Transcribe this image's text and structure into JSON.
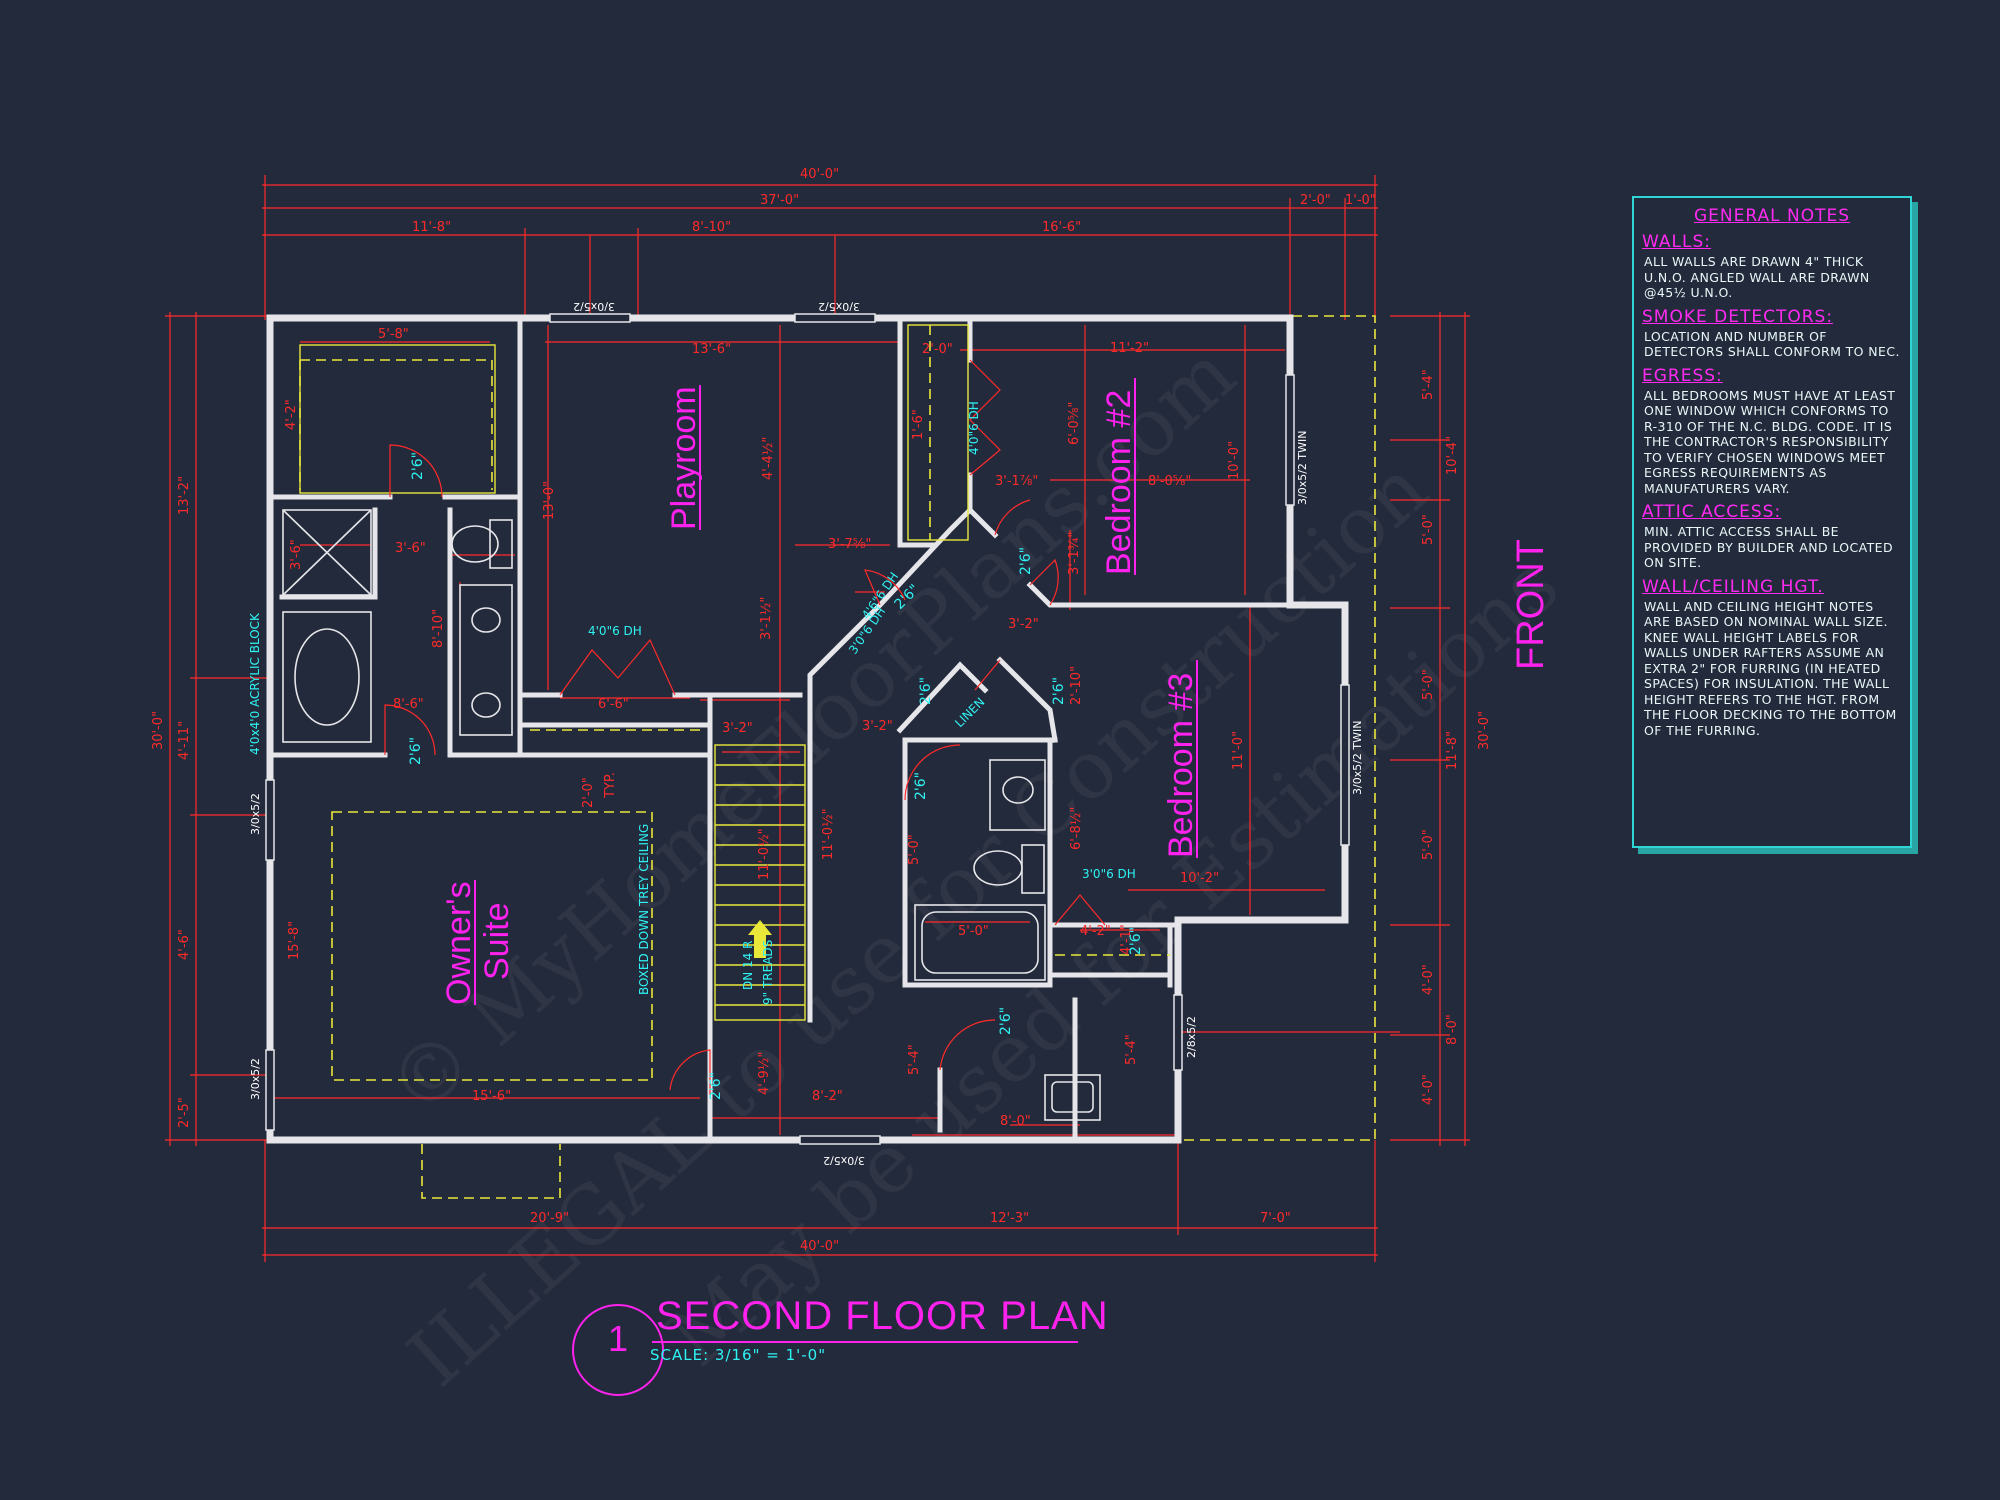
{
  "watermark": {
    "line1": "© MyHomeFloorPlans.com",
    "line2": "ILLEGAL to use for Construction",
    "line3": "May be used for Estimations"
  },
  "dimensions": {
    "top_overall": "40'-0\"",
    "top_37": "37'-0\"",
    "top_2": "2'-0\"",
    "top_1": "1'-0\"",
    "top_a": "11'-8\"",
    "top_b": "8'-10\"",
    "top_c": "16'-6\"",
    "bottom_a": "20'-9\"",
    "bottom_b": "12'-3\"",
    "bottom_c": "7'-0\"",
    "bottom_overall": "40'-0\"",
    "left_overall": "30'-0\"",
    "left_a": "13'-2\"",
    "left_b": "4'-11\"",
    "left_c": "4'-6\"",
    "left_d": "2'-5\"",
    "right_overall": "30'-0\"",
    "right_a": "5'-4\"",
    "right_b": "10'-4\"",
    "right_c": "5'-0\"",
    "right_d": "5'-0\"",
    "right_e": "11'-8\"",
    "right_f": "5'-0\"",
    "right_g": "4'-0\"",
    "right_h": "8'-0\"",
    "right_i": "4'-0\""
  },
  "interior_dims": [
    "5'-8\"",
    "4'-2\"",
    "3'-6\"",
    "3'-6\"",
    "8'-10\"",
    "13'-0\"",
    "13'-6\"",
    "4'-4½\"",
    "2'-0\"",
    "1'-6\"",
    "11'-2\"",
    "6'-0⅝\"",
    "8'-0⅝\"",
    "10'-0\"",
    "3'-1⅞\"",
    "3'-7⅝\"",
    "3'-1¾\"",
    "3'-1½\"",
    "6'-6\"",
    "8'-6\"",
    "3'-2\"",
    "3'-2\"",
    "2'-0\"",
    "11'-0½\"",
    "11'-0½\"",
    "4'-9½\"",
    "8'-2\"",
    "15'-6\"",
    "15'-8\"",
    "5'-4\"",
    "8'-0\"",
    "5'-0\"",
    "4'-2\"",
    "6'-8½\"",
    "10'-2\"",
    "11'-0\"",
    "5'-0\"",
    "2'-10\"",
    "5'-4\"",
    "4'-1\"",
    "3'-2\""
  ],
  "windows": {
    "top_1": "3/0x5/2",
    "top_2": "3/0x5/2",
    "bottom": "3/0x5/2",
    "left_1": "3/0x5/2",
    "left_2": "3/0x5/2",
    "right_1": "3/0x5/2 TWIN",
    "right_2": "3/0x5/2 TWIN",
    "right_3": "2/8x5/2"
  },
  "doors": {
    "d1": "2'6\"",
    "d2": "2'6\"",
    "d3": "2'6\"",
    "d4": "2'6\"",
    "d5": "2'6\"",
    "d6": "2'6\"",
    "d7": "2'6\"",
    "d8": "2'6\"",
    "d9": "2'6\"",
    "d10": "2'6\"",
    "dh1": "4'0\"6 DH",
    "dh2": "4'0\"6 DH",
    "dh3": "3'0\"6 DH",
    "dh4": "3'0\"6 DH",
    "dh5": "4'6\"6 DH"
  },
  "annotations": {
    "acrylic": "4'0x4'0 ACRYLIC BLOCK",
    "trey": "BOXED DOWN TREY CEILING",
    "stair": "DN 14 R",
    "treads": "9\" TREADS",
    "linen": "LINEN",
    "typ": "TYP."
  },
  "rooms": {
    "playroom": "Playroom",
    "bedroom2": "Bedroom #2",
    "bedroom3": "Bedroom #3",
    "owners1": "Owner's",
    "owners2": "Suite"
  },
  "notes": {
    "title": "GENERAL NOTES",
    "sections": [
      {
        "head": "WALLS:",
        "body": "ALL WALLS ARE DRAWN 4\" THICK U.N.O. ANGLED WALL ARE DRAWN @45½ U.N.O."
      },
      {
        "head": "SMOKE DETECTORS:",
        "body": "LOCATION AND NUMBER OF DETECTORS SHALL CONFORM TO NEC."
      },
      {
        "head": "EGRESS:",
        "body": "ALL BEDROOMS MUST HAVE AT LEAST ONE WINDOW WHICH CONFORMS TO R-310 OF THE N.C. BLDG. CODE. IT IS THE CONTRACTOR'S RESPONSIBILITY TO VERIFY CHOSEN WINDOWS MEET EGRESS REQUIREMENTS AS MANUFATURERS VARY."
      },
      {
        "head": "ATTIC ACCESS:",
        "body": "MIN. ATTIC ACCESS SHALL BE PROVIDED BY BUILDER AND LOCATED ON SITE."
      },
      {
        "head": "WALL/CEILING HGT.",
        "body": "WALL AND CEILING HEIGHT NOTES ARE BASED ON NOMINAL WALL SIZE. KNEE WALL HEIGHT LABELS FOR WALLS UNDER RAFTERS ASSUME AN EXTRA 2\" FOR FURRING (IN HEATED SPACES) FOR INSULATION. THE WALL HEIGHT REFERS TO THE HGT. FROM THE FLOOR DECKING TO THE BOTTOM OF THE FURRING."
      }
    ]
  },
  "title": {
    "number": "1",
    "text": "SECOND FLOOR PLAN",
    "scale": "SCALE: 3/16\" = 1'-0\""
  },
  "front_label": "FRONT"
}
